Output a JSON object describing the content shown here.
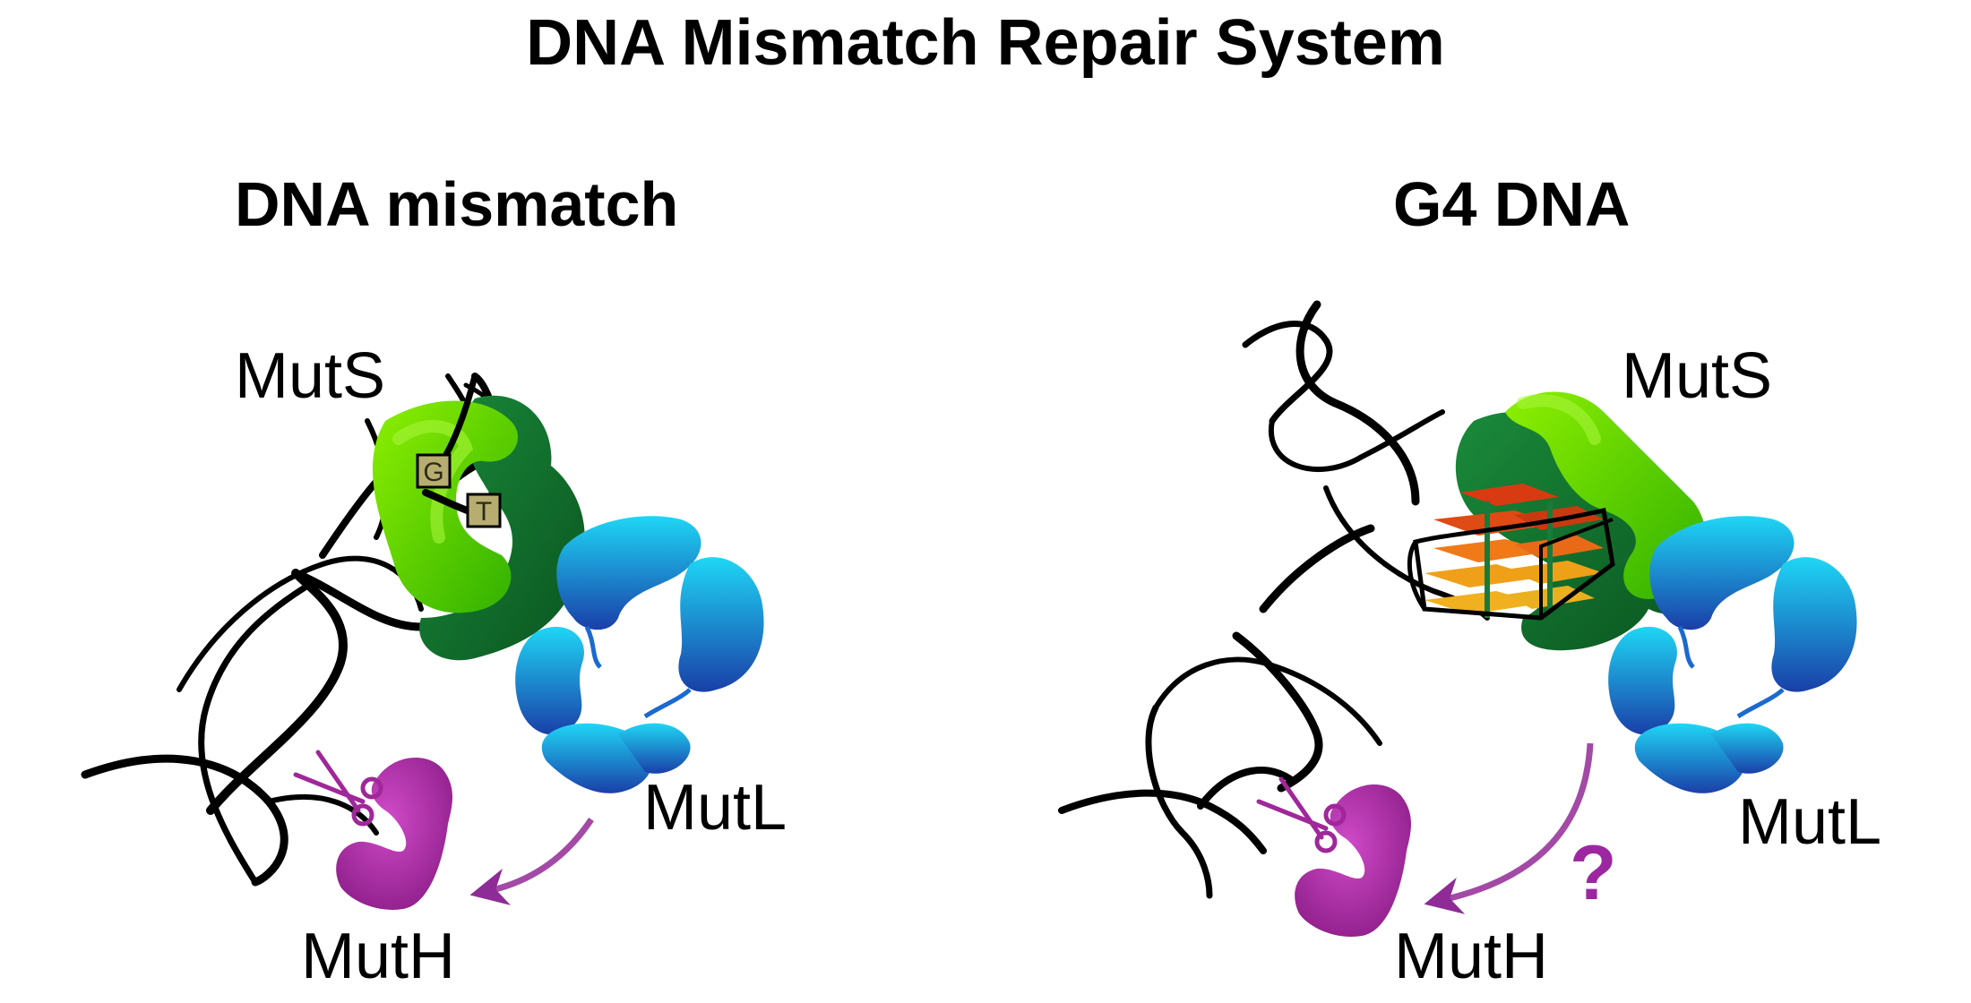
{
  "title": "DNA Mismatch Repair System",
  "panels": [
    {
      "heading": "DNA mismatch",
      "labels": {
        "muts": "MutS",
        "mutl": "MutL",
        "muth": "MutH"
      },
      "mismatch_bases": [
        "G",
        "T"
      ]
    },
    {
      "heading": "G4 DNA",
      "labels": {
        "muts": "MutS",
        "mutl": "MutL",
        "muth": "MutH"
      },
      "annotation": "?"
    }
  ],
  "colors": {
    "muts_light": "#5fd000",
    "muts_dark": "#0e6a2a",
    "mutl_light": "#19c3f0",
    "mutl_dark": "#1a4fb5",
    "muth": "#a0279a",
    "arrow": "#8e2b96",
    "dna": "#000000",
    "base_box": "#b7ad70",
    "g4_hot": "#d83a12",
    "g4_warm": "#f0a818"
  }
}
